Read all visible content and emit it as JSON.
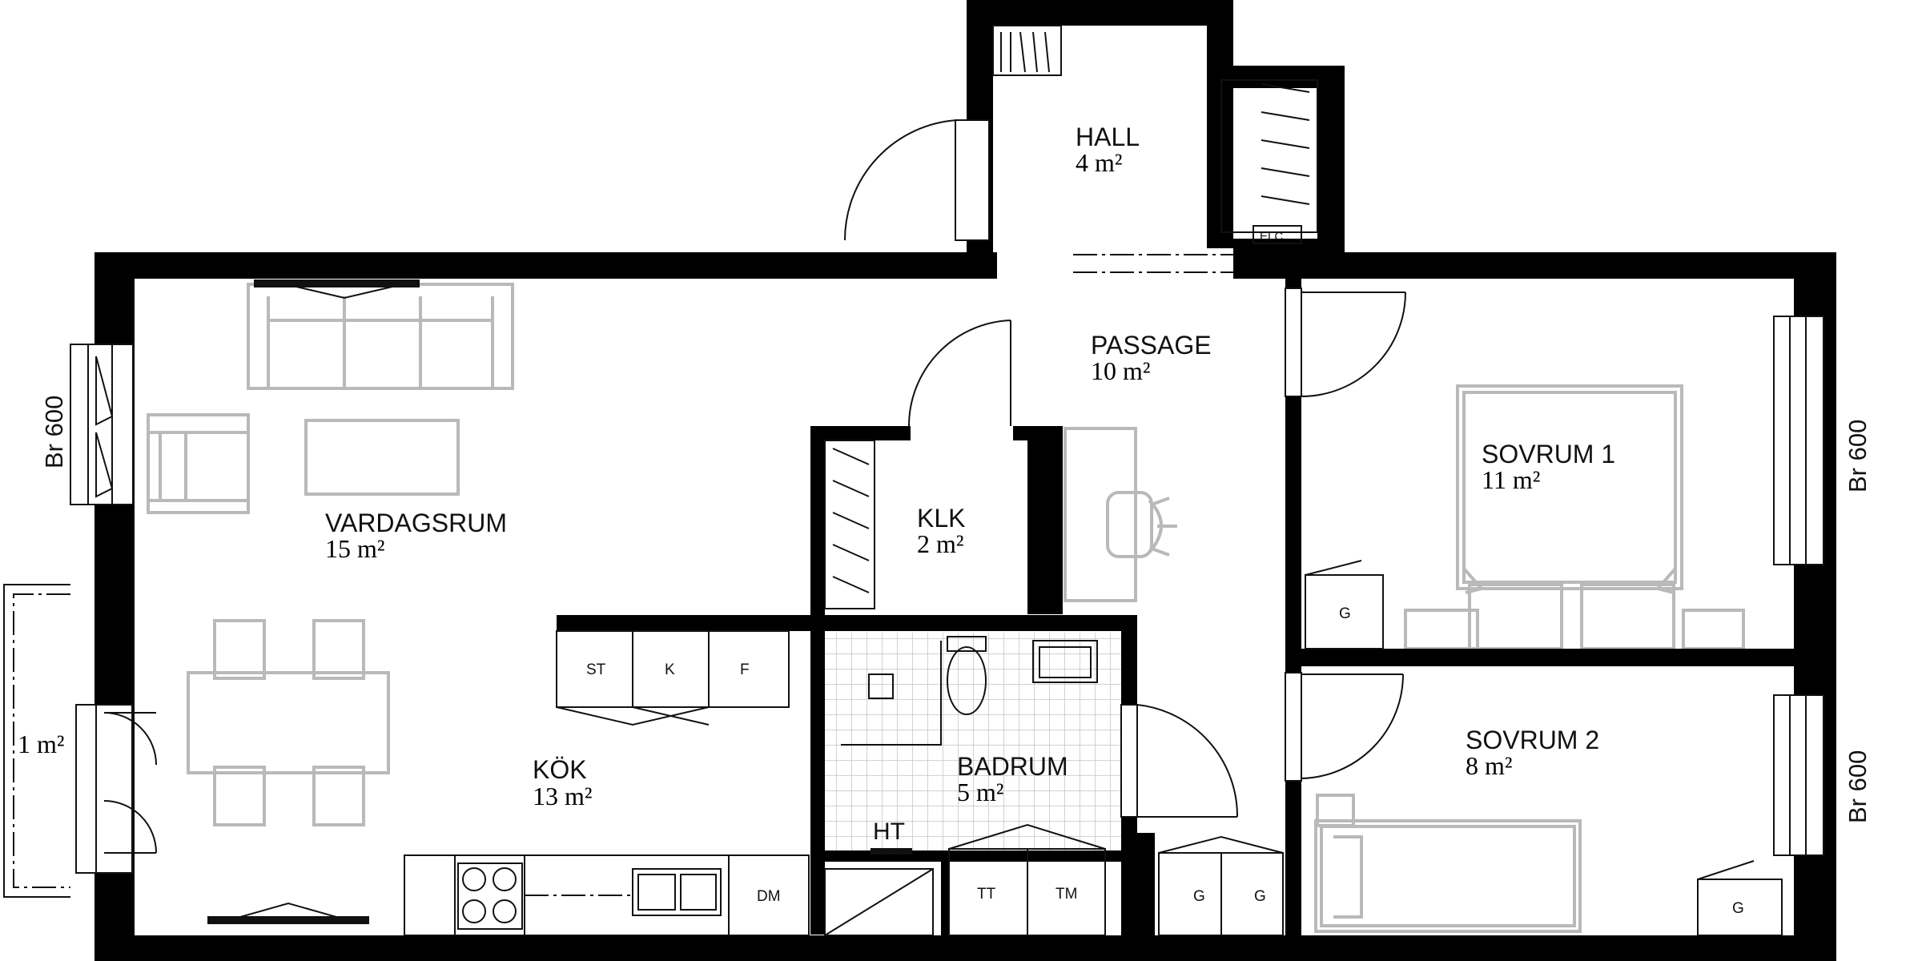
{
  "colors": {
    "wall": "#000000",
    "line": "#111111",
    "furniture": "#b9b9b9",
    "tile": "#c4c4c4",
    "background": "#ffffff"
  },
  "rooms": {
    "hall": {
      "name": "HALL",
      "area": "4 m²"
    },
    "passage": {
      "name": "PASSAGE",
      "area": "10 m²"
    },
    "vardagsrum": {
      "name": "VARDAGSRUM",
      "area": "15 m²"
    },
    "kok": {
      "name": "KÖK",
      "area": "13 m²"
    },
    "klk": {
      "name": "KLK",
      "area": "2 m²"
    },
    "badrum": {
      "name": "BADRUM",
      "area": "5 m²"
    },
    "sovrum1": {
      "name": "SOVRUM 1",
      "area": "11 m²"
    },
    "sovrum2": {
      "name": "SOVRUM 2",
      "area": "8 m²"
    },
    "balkong": {
      "area": "1 m²"
    }
  },
  "dimensions": {
    "window_left": "Br 600",
    "window_right_top": "Br 600",
    "window_right_bottom": "Br 600"
  },
  "fixtures": {
    "st": "ST",
    "k": "K",
    "f": "F",
    "dm": "DM",
    "tt": "TT",
    "tm": "TM",
    "ht": "HT",
    "g1": "G",
    "g2": "G",
    "g3": "G",
    "g4": "G",
    "elc": "ELC"
  }
}
